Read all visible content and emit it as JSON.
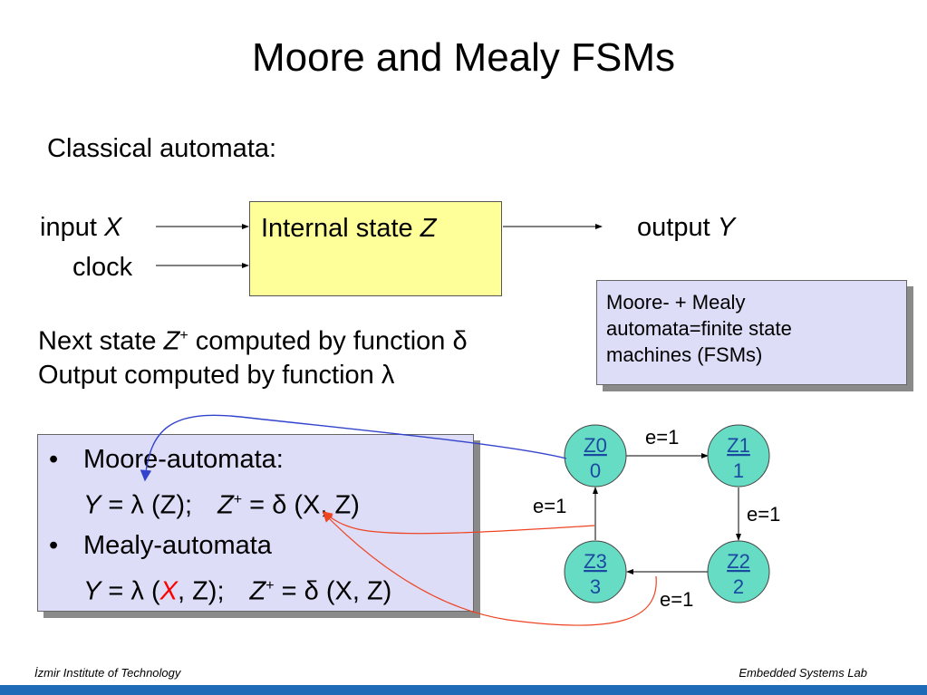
{
  "slide": {
    "title": "Moore and Mealy FSMs",
    "subtitle": "Classical automata:"
  },
  "block_diagram": {
    "input_prefix": "input ",
    "input_var": "X",
    "clock_label": "clock",
    "state_prefix": "Internal state ",
    "state_var": "Z",
    "output_prefix": "output ",
    "output_var": "Y"
  },
  "note": {
    "lines": [
      "Moore- + Mealy",
      "automata=finite state",
      "machines (FSMs)"
    ]
  },
  "functions": {
    "next_state_a": "Next state ",
    "next_state_var": "Z",
    "next_state_sup": "+",
    "next_state_b": " computed by function ",
    "next_state_sym": "δ",
    "output_a": "Output computed by function ",
    "output_sym": "λ"
  },
  "automata": {
    "bullet": "•",
    "moore_title": "Moore-automata:",
    "mealy_title": "Mealy-automata",
    "eq_y": "Y",
    "eq_eq": " = ",
    "lambda": "λ",
    "delta": "δ",
    "moore_args": " (Z);",
    "z_var": "Z",
    "plus": "+",
    "xz_args": " (X, Z)",
    "mealy_open": " (",
    "mealy_x": "X",
    "mealy_rest": ", Z);"
  },
  "state_diagram": {
    "states": [
      {
        "name": "Z0",
        "output": "0"
      },
      {
        "name": "Z1",
        "output": "1"
      },
      {
        "name": "Z2",
        "output": "2"
      },
      {
        "name": "Z3",
        "output": "3"
      }
    ],
    "edge_labels": [
      "e=1",
      "e=1",
      "e=1",
      "e=1"
    ]
  },
  "colors": {
    "state_box": "#ffff99",
    "note_box": "#ddddf8",
    "state_fill": "#66dcc4",
    "footer_bar": "#1f6bb8",
    "blue_arrow": "#3344cc",
    "red_arrow": "#ee4422"
  },
  "footer": {
    "left": "İzmir Institute of Technology",
    "right": "Embedded Systems Lab"
  }
}
